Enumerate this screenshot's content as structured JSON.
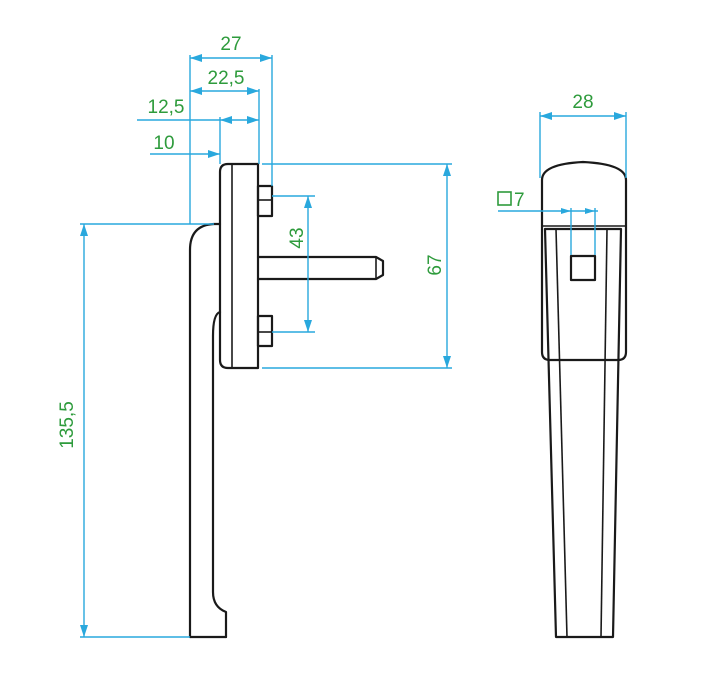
{
  "colors": {
    "outline": "#1a1a1a",
    "dimension_line": "#29a8dd",
    "dimension_text": "#2e9b3c"
  },
  "dimensions": {
    "width_27": "27",
    "width_22_5": "22,5",
    "width_12_5": "12,5",
    "width_10": "10",
    "height_43": "43",
    "height_67": "67",
    "height_135_5": "135,5",
    "width_28": "28",
    "square_7": "7"
  }
}
